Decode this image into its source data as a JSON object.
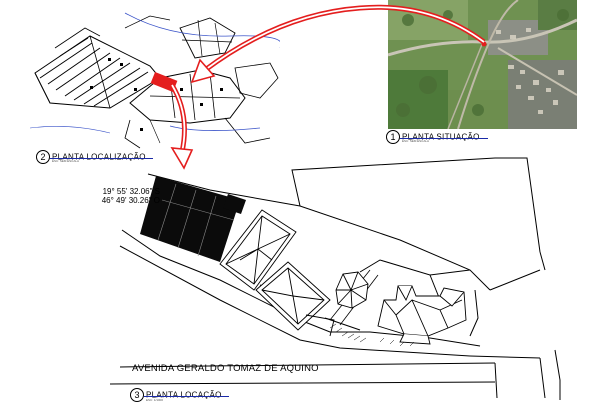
{
  "plan_localizacao": {
    "number": "2",
    "title": "PLANTA LOCALIZAÇÃO",
    "scale": "ESC: SEM ESCALA"
  },
  "plan_situacao": {
    "number": "1",
    "title": "PLANTA SITUAÇÃO",
    "scale": "ESC: SEM ESCALA"
  },
  "plan_locacao": {
    "number": "3",
    "title": "PLANTA LOCAÇÃO",
    "scale": "ESC: 1/1000"
  },
  "coordinates": {
    "lat": "19° 55' 32.06\" S",
    "lon": "46° 49' 30.26\" O"
  },
  "street_name": "AVENIDA GERALDO TOMAZ DE AQUINO",
  "colors": {
    "arrow": "#e41e1e",
    "title_underline": "#1a2aa8",
    "aerial_green": "#5f8a45"
  }
}
